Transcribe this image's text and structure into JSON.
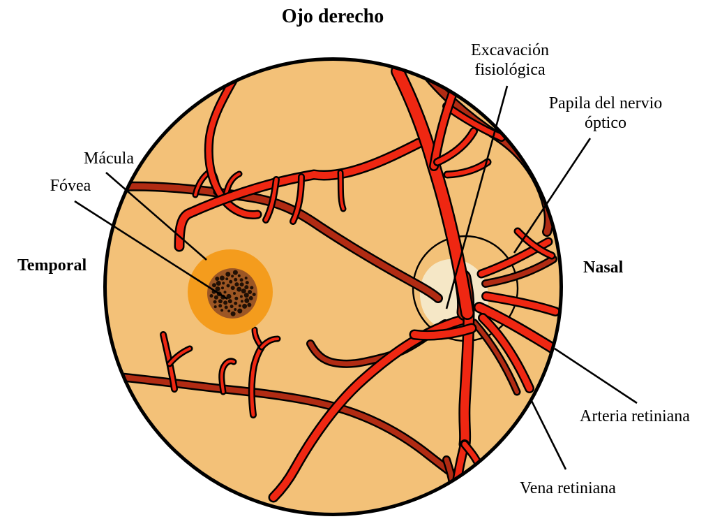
{
  "title": "Ojo derecho",
  "labels": {
    "excavacion_line1": "Excavación",
    "excavacion_line2": "fisiológica",
    "papila_line1": "Papila del nervio",
    "papila_line2": "óptico",
    "macula": "Mácula",
    "fovea": "Fóvea",
    "temporal": "Temporal",
    "nasal": "Nasal",
    "arteria": "Arteria retiniana",
    "vena": "Vena retiniana"
  },
  "colors": {
    "background": "#ffffff",
    "retina": "#F3C178",
    "artery": "#EF2712",
    "vein": "#B12B13",
    "macula": "#F49C1D",
    "fovea": "#9C5624",
    "fovea_dots": "#201005",
    "cup": "#F5E7C6",
    "outline": "#000000"
  }
}
